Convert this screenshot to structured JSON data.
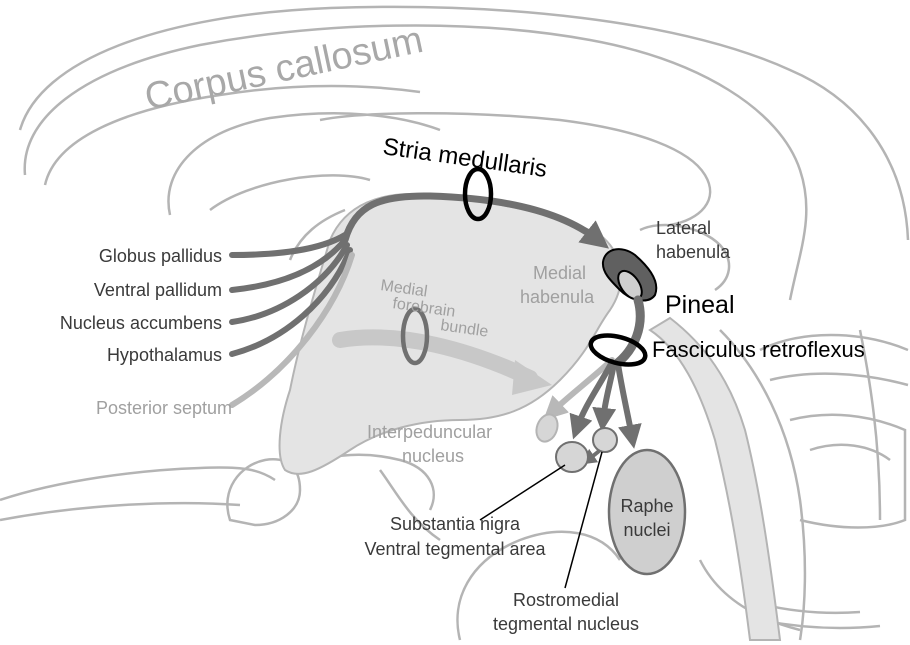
{
  "labels": {
    "corpus_callosum": "Corpus callosum",
    "stria_medullaris": "Stria medullaris",
    "lateral_habenula_1": "Lateral",
    "lateral_habenula_2": "habenula",
    "medial_habenula_1": "Medial",
    "medial_habenula_2": "habenula",
    "pineal": "Pineal",
    "fasciculus_retroflexus": "Fasciculus retroflexus",
    "globus_pallidus": "Globus pallidus",
    "ventral_pallidum": "Ventral pallidum",
    "nucleus_accumbens": "Nucleus accumbens",
    "hypothalamus": "Hypothalamus",
    "posterior_septum": "Posterior septum",
    "medial_forebrain_bundle_1": "Medial",
    "medial_forebrain_bundle_2": "forebrain",
    "medial_forebrain_bundle_3": "bundle",
    "interpeduncular_1": "Interpeduncular",
    "interpeduncular_2": "nucleus",
    "raphe_1": "Raphe",
    "raphe_2": "nuclei",
    "substantia_nigra": "Substantia nigra",
    "vta": "Ventral tegmental area",
    "rmtg_1": "Rostromedial",
    "rmtg_2": "tegmental nucleus"
  },
  "colors": {
    "outline": "#b4b4b4",
    "region_fill": "#e4e4e4",
    "tract_dark": "#707070",
    "tract_light": "#b8b8b8",
    "label_dark": "#3a3a3a",
    "label_light": "#a0a0a0",
    "black": "#000000"
  }
}
